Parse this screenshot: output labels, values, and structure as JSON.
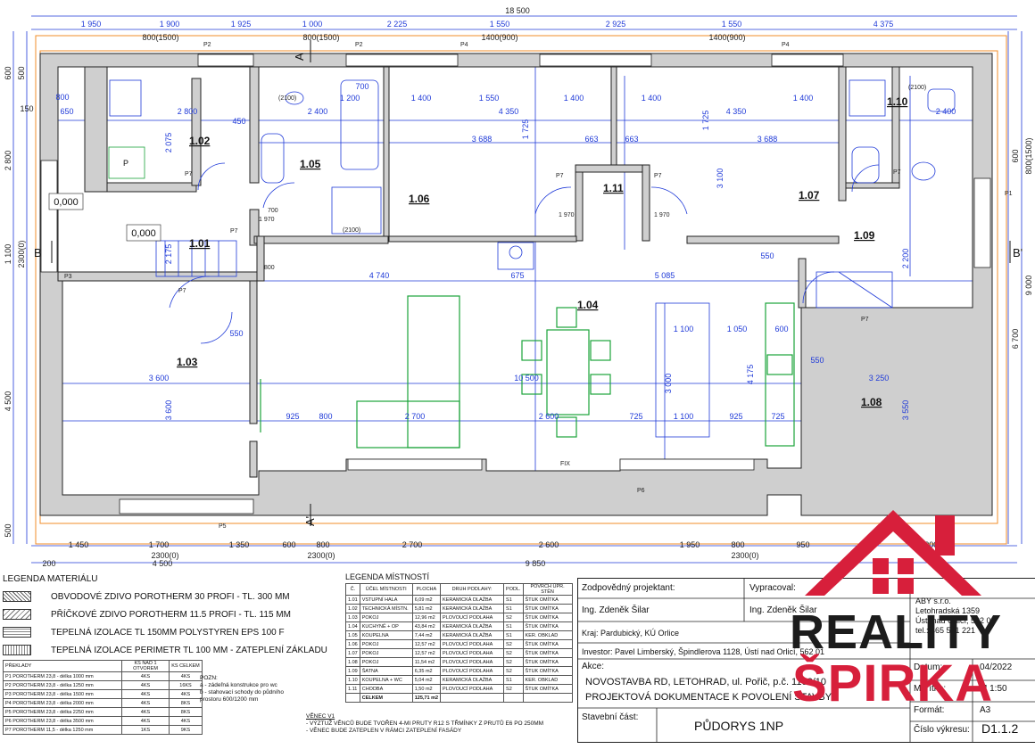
{
  "plan": {
    "top_dims_outer": [
      "18 500"
    ],
    "top_dims_row1": [
      "1 950",
      "1 900",
      "1 925",
      "1 000",
      "2 225",
      "1 550",
      "2 925",
      "1 550",
      "4 375"
    ],
    "top_window_dims": [
      "800(1500)",
      "800(1500)",
      "1400(900)",
      "1400(900)"
    ],
    "bottom_dims_row1": [
      "1 450",
      "1 700",
      "1 350",
      "600",
      "800",
      "2 700",
      "2 600",
      "1 950",
      "800",
      "950",
      "2 200"
    ],
    "bottom_dims_row2": [
      "200",
      "4 500",
      "9 850"
    ],
    "bottom_window_dims": [
      "2300(0)",
      "2300(0)",
      "2300(0)"
    ],
    "left_dims": [
      "600",
      "500",
      "150",
      "2 800",
      "1 100",
      "4 500",
      "500"
    ],
    "left_window_dims": [
      "2300(0)"
    ],
    "right_dims": [
      "9 000",
      "6 700",
      "600",
      "800(1500)"
    ],
    "room_labels": [
      "1.01",
      "1.02",
      "1.03",
      "1.04",
      "1.05",
      "1.06",
      "1.07",
      "1.08",
      "1.09",
      "1.10",
      "1.11"
    ],
    "section_marks": [
      "A",
      "A'",
      "B",
      "B'"
    ],
    "levels": [
      "0,000",
      "0,000"
    ],
    "inner_dims": [
      "2 800",
      "2 400",
      "4 350",
      "4 350",
      "2 400",
      "3 688",
      "3 688",
      "663",
      "663",
      "4 740",
      "675",
      "5 085",
      "3 600",
      "10 500",
      "3 250",
      "925",
      "800",
      "2 700",
      "2 600",
      "725",
      "1 100",
      "925",
      "725",
      "1 400",
      "1 550",
      "1 400",
      "1 400",
      "1 400",
      "1 200",
      "700",
      "800",
      "650",
      "450",
      "1 100",
      "1 050",
      "600",
      "550",
      "550",
      "550",
      "3 000",
      "4 175",
      "3 550",
      "3 600",
      "3 100",
      "2 200",
      "2 075",
      "2 175",
      "1 725",
      "1 725"
    ],
    "tags": [
      "P1",
      "P2",
      "P2",
      "P3",
      "P4",
      "P4",
      "P5",
      "P6",
      "P7",
      "P7",
      "P7",
      "P7",
      "P7",
      "P7",
      "P7"
    ],
    "misc_text": [
      "(2100)",
      "(2100)",
      "(2100)",
      "P",
      "FIX",
      "1 970",
      "1 970",
      "1 970",
      "800",
      "700"
    ]
  },
  "legend_materials": {
    "title": "LEGENDA MATERIÁLU",
    "items": [
      "OBVODOVÉ ZDIVO POROTHERM 30 PROFI - TL. 300 MM",
      "PŘÍČKOVÉ ZDIVO POROTHERM 11.5 PROFI - TL. 115 MM",
      "TEPELNÁ IZOLACE TL 150MM POLYSTYREN EPS 100 F",
      "TEPELNÁ IZOLACE PERIMETR TL 100 MM - ZATEPLENÍ ZÁKLADU"
    ]
  },
  "lintels": {
    "header": [
      "PŘEKLADY",
      "KS NAD 1 OTVOREM",
      "KS CELKEM"
    ],
    "rows": [
      [
        "P1 POROTHERM 23,8 - délka 1000 mm",
        "4KS",
        "4KS"
      ],
      [
        "P2 POROTHERM 23,8 - délka 1250 mm",
        "4KS",
        "16KS"
      ],
      [
        "P3 POROTHERM 23,8 - délka 1500 mm",
        "4KS",
        "4KS"
      ],
      [
        "P4 POROTHERM 23,8 - délka 2000 mm",
        "4KS",
        "8KS"
      ],
      [
        "P5 POROTHERM 23,8 - délka 2250 mm",
        "4KS",
        "8KS"
      ],
      [
        "P6 POROTHERM 23,8 - délka 3500 mm",
        "4KS",
        "4KS"
      ],
      [
        "P7 POROTHERM 11,5 - délka 1250 mm",
        "1KS",
        "9KS"
      ]
    ],
    "notes_title": "POZN:",
    "notes": [
      "a - zádeľná konstrukce pro wc",
      "b - stahovací schody do půdního",
      "prostoru 600/1200 mm"
    ]
  },
  "legend_rooms": {
    "title": "LEGENDA MÍSTNOSTÍ",
    "header": [
      "Č.",
      "ÚČEL MÍSTNOSTI",
      "PLOCHA",
      "DRUH PODLAHY:",
      "PODL.",
      "POVRCH ÚPR. STĚN"
    ],
    "rows": [
      [
        "1.01",
        "VSTUPNÍ HALA",
        "6,09 m2",
        "KERAMICKÁ DLAŽBA",
        "S1",
        "ŠTUK OMÍTKA"
      ],
      [
        "1.02",
        "TECHNICKÁ MÍSTN.",
        "5,81 m2",
        "KERAMICKÁ DLAŽBA",
        "S1",
        "ŠTUK OMÍTKA"
      ],
      [
        "1.03",
        "POKOJ",
        "12,96 m2",
        "PLOVOUCÍ PODLAHA",
        "S2",
        "ŠTUK OMÍTKA"
      ],
      [
        "1.04",
        "KUCHYNĚ + OP",
        "43,84 m2",
        "KERAMICKÁ DLAŽBA",
        "S1",
        "ŠTUK OMÍTKA"
      ],
      [
        "1.05",
        "KOUPELNA",
        "7,44 m2",
        "KERAMICKÁ DLAŽBA",
        "S1",
        "KER. OBKLAD"
      ],
      [
        "1.06",
        "POKOJ",
        "12,57 m2",
        "PLOVOUCÍ PODLAHA",
        "S2",
        "ŠTUK OMÍTKA"
      ],
      [
        "1.07",
        "POKOJ",
        "12,57 m2",
        "PLOVOUCÍ PODLAHA",
        "S2",
        "ŠTUK OMÍTKA"
      ],
      [
        "1.08",
        "POKOJ",
        "11,54 m2",
        "PLOVOUCÍ PODLAHA",
        "S2",
        "ŠTUK OMÍTKA"
      ],
      [
        "1.09",
        "ŠATNA",
        "6,35 m2",
        "PLOVOUCÍ PODLAHA",
        "S2",
        "ŠTUK OMÍTKA"
      ],
      [
        "1.10",
        "KOUPELNA + WC",
        "5,04 m2",
        "KERAMICKÁ DLAŽBA",
        "S1",
        "KER. OBKLAD"
      ],
      [
        "1.11",
        "CHODBA",
        "1,50 m2",
        "PLOVOUCÍ PODLAHA",
        "S2",
        "ŠTUK OMÍTKA"
      ]
    ],
    "total_label": "CELKEM",
    "total_value": "125,71 m2"
  },
  "wreath": {
    "title": "VĚNEC V1",
    "lines": [
      "- VÝZTUŽ VĚNCŮ BUDE TVOŘEN 4-MI PRUTY R12 S TŘMÍNKY Z PRUTŮ E6 PO 250MM",
      "- VĚNEC BUDE ZATEPLEN V RÁMCI ZATEPLENÍ FASÁDY"
    ]
  },
  "title_block": {
    "responsible_label": "Zodpovědný projektant:",
    "responsible_name": "Ing. Zdeněk Šilar",
    "drawn_label": "Vypracoval:",
    "drawn_name": "Ing. Zdeněk Šilar",
    "company_l1": "ABY s.r.o.",
    "company_l2": "Letohradská 1359",
    "company_l3": "Ústí nad Orlicí, 562 06",
    "company_l4": "tel.: 465 521 221",
    "region": "Kraj: Pardubický, KÚ Orlice",
    "investor": "Investor: Pavel Limberský, Špindlerova 1128, Ústí nad Orlicí, 562 01",
    "action_label": "Akce:",
    "action_l1": "NOVOSTAVBA RD, LETOHRAD, ul. Pořič, p.č. 1102/10",
    "action_l2": "PROJEKTOVÁ DOKUMENTACE K POVOLENÍ STAVBY",
    "part_label": "Stavební část:",
    "part_value": "PŮDORYS 1NP",
    "date_label": "Datum:",
    "date_value": "04/2022",
    "scale_label": "Měřítko:",
    "scale_value": "M 1:50",
    "format_label": "Formát:",
    "format_value": "A3",
    "drawing_no_label": "Číslo výkresu:",
    "drawing_no_value": "D1.1.2"
  },
  "watermark": {
    "line1": "REALITY",
    "line2": "ŠPIRKA",
    "color": "#d71f3b"
  }
}
